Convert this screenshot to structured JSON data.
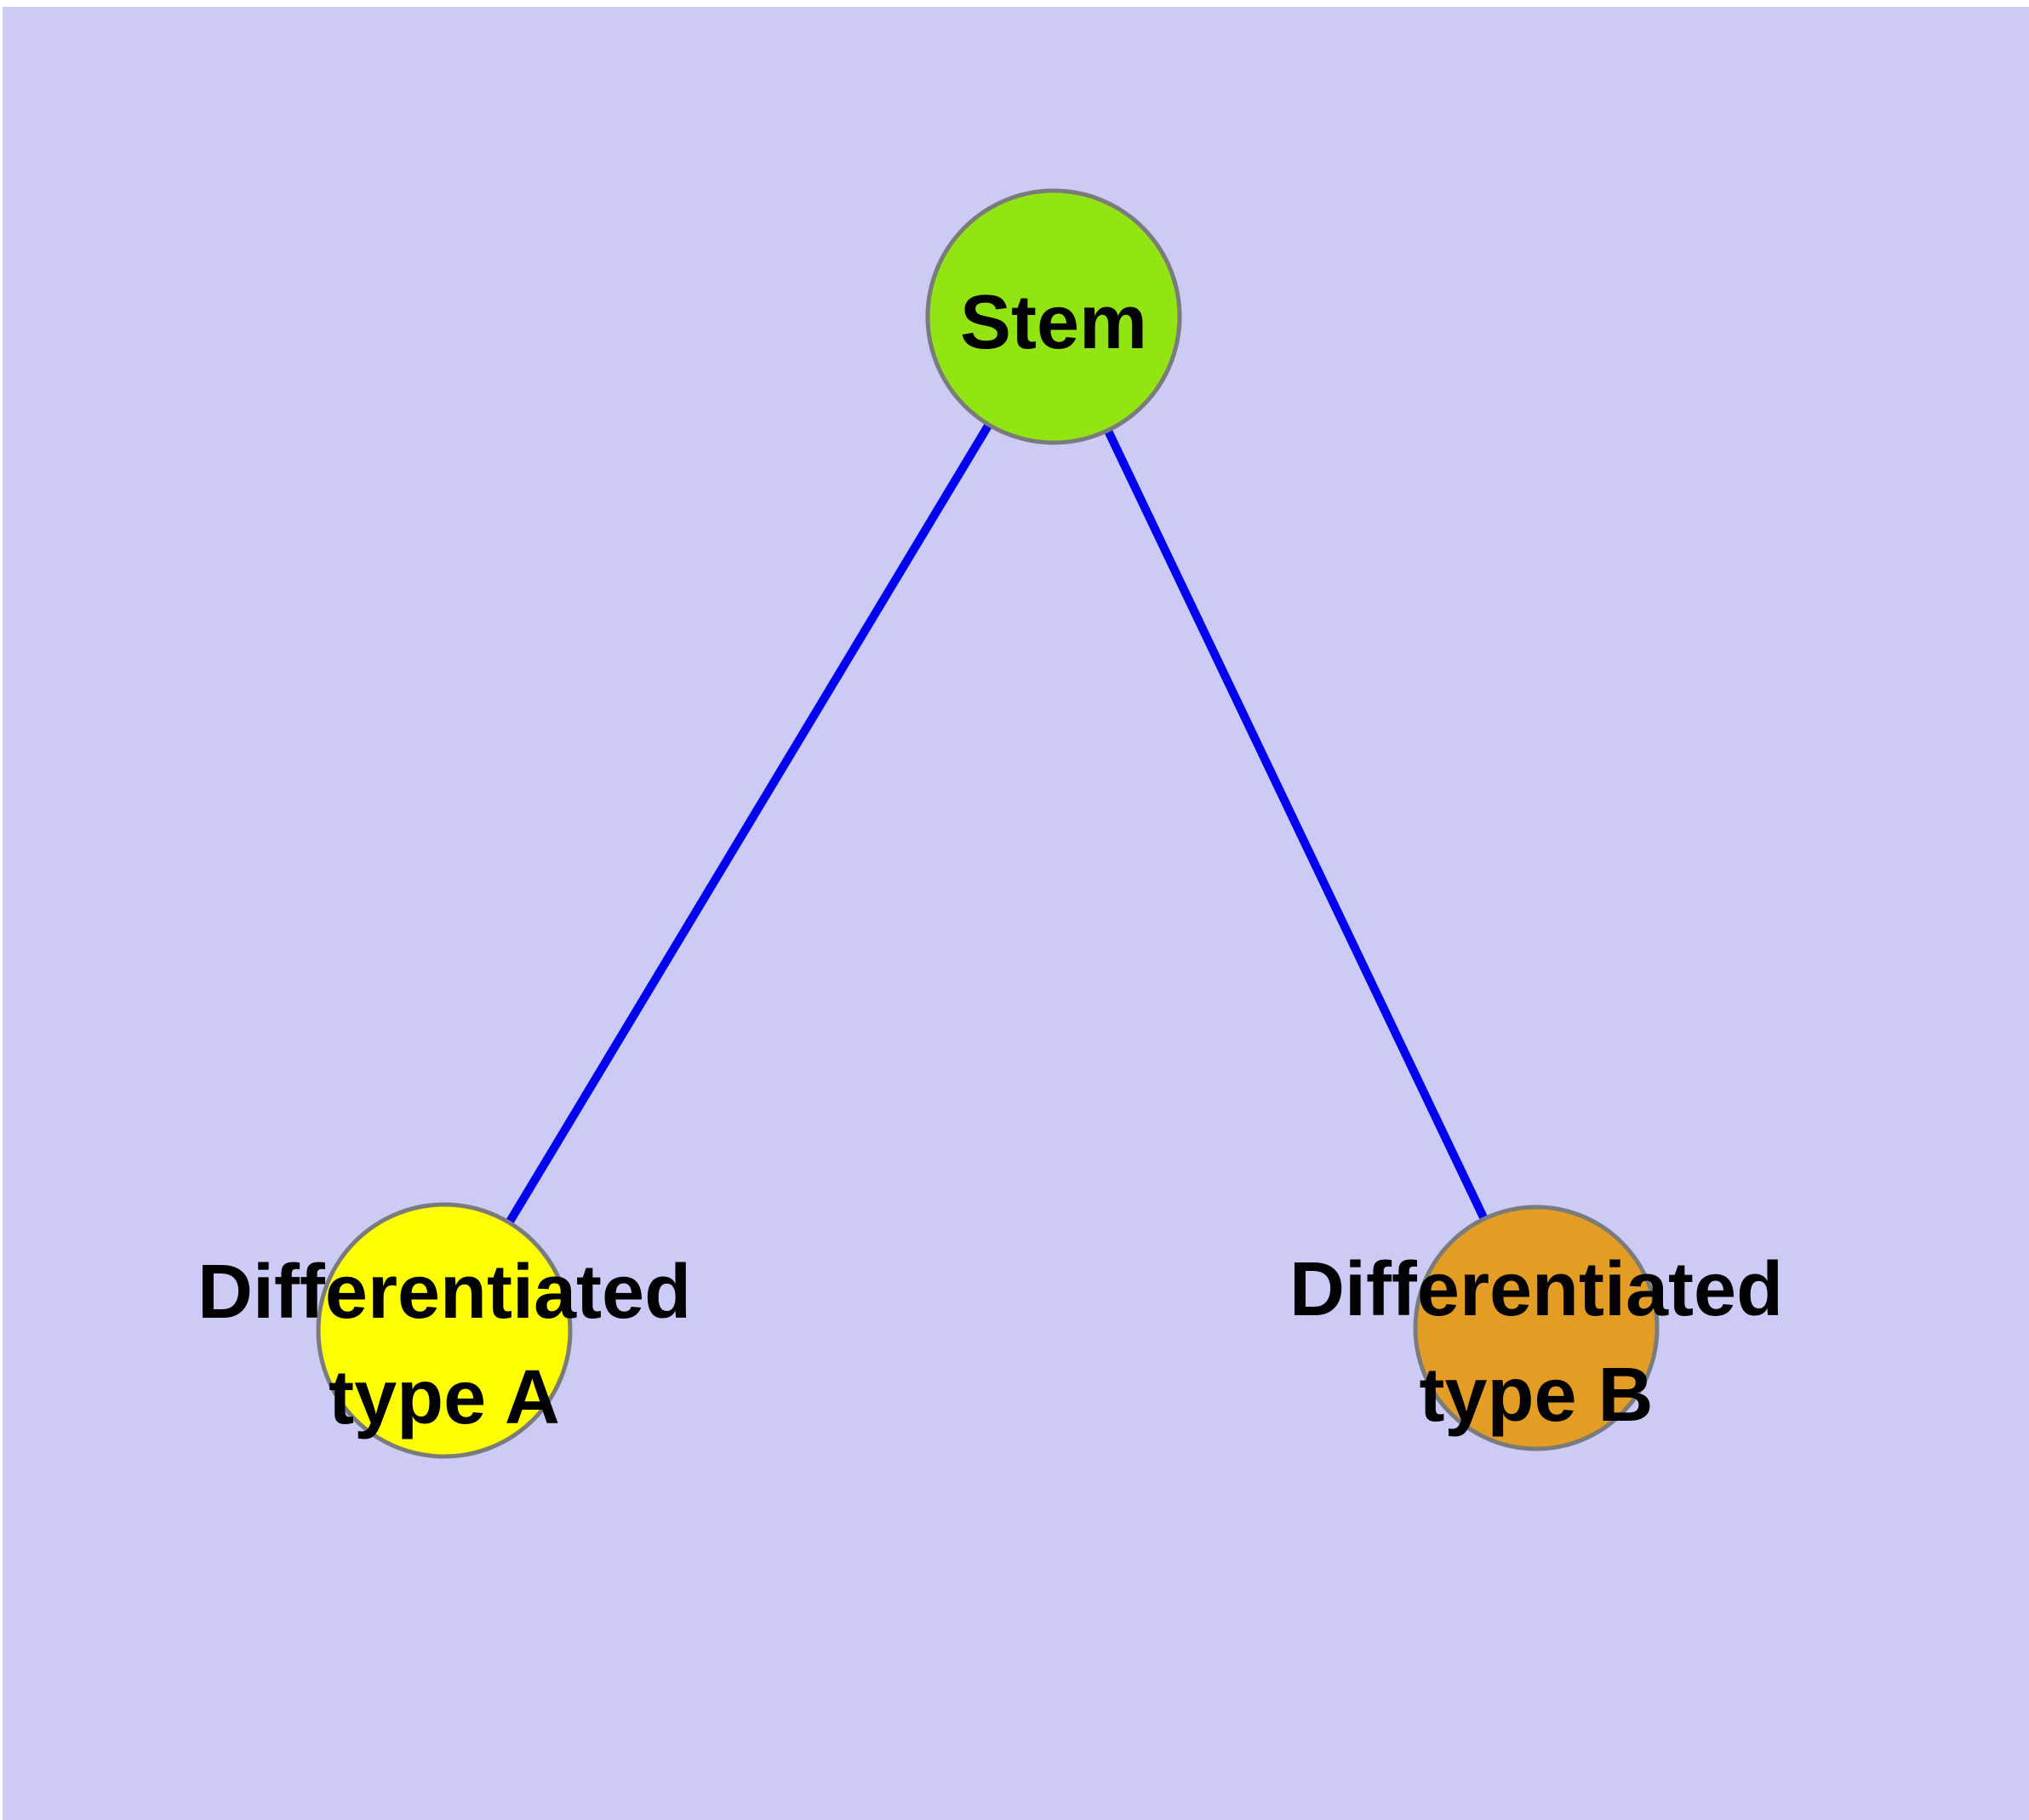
{
  "diagram": {
    "background_color": "#CBCBF5",
    "margin_color": "#FFFFFF",
    "edge_color": "#0101F0",
    "node_border_color": "#7B7B7B",
    "label_color": "#000000",
    "nodes": [
      {
        "id": "stem",
        "label": "Stem",
        "color": "#92E512"
      },
      {
        "id": "differentiated-type-a",
        "label": "Differentiated\ntype A",
        "color": "#FFFF00"
      },
      {
        "id": "differentiated-type-b",
        "label": "Differentiated\ntype B",
        "color": "#E49D24"
      }
    ],
    "edges": [
      {
        "from": "Stem",
        "to": "Differentiated type A"
      },
      {
        "from": "Stem",
        "to": "Differentiated type B"
      }
    ]
  }
}
